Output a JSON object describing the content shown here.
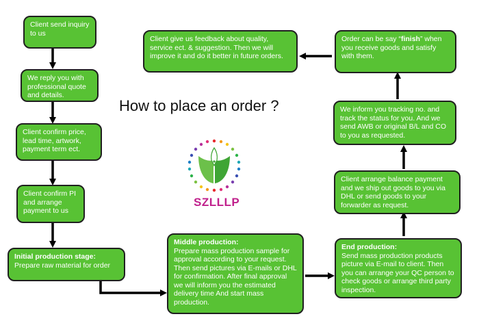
{
  "title": "How to place an order ?",
  "brand": "SZLLLP",
  "steps": [
    {
      "text": "Client send inquiry to us"
    },
    {
      "text": "We reply you with professional quote and details."
    },
    {
      "text": "Client confirm price, lead time, artwork, payment term ect."
    },
    {
      "text": "Client confirm PI and arrange payment to us"
    },
    {
      "heading": "Initial production stage:",
      "text": "Prepare raw material for order"
    },
    {
      "heading": "Middle production:",
      "text": "Prepare mass production sample for approval according to your request. Then send pictures via E-mails or DHL for confirmation. After final approval we will inform you the estimated delivery time And start mass production."
    },
    {
      "heading": "End production:",
      "text": "Send mass production products picture via E-mail to client. Then you can arrange your QC person to check goods or arrange third party inspection."
    },
    {
      "text": "Client arrange balance payment and we ship out goods to you via DHL or send goods to your forwarder as request."
    },
    {
      "text": "We inform you tracking no. and track the status for you. And we send AWB or original B/L and CO to you as requested."
    },
    {
      "text_pre": "Order can be say “",
      "text_bold": "finish",
      "text_post": "” when you receive goods and satisfy with them."
    },
    {
      "text": "Client give us feedback about quality, service ect. & suggestion. Then we will improve it and do it better in future orders."
    }
  ],
  "colors": {
    "box_fill": "#58c234",
    "box_border": "#1f1f1f",
    "arrow": "#000000",
    "brand": "#c0208c"
  }
}
